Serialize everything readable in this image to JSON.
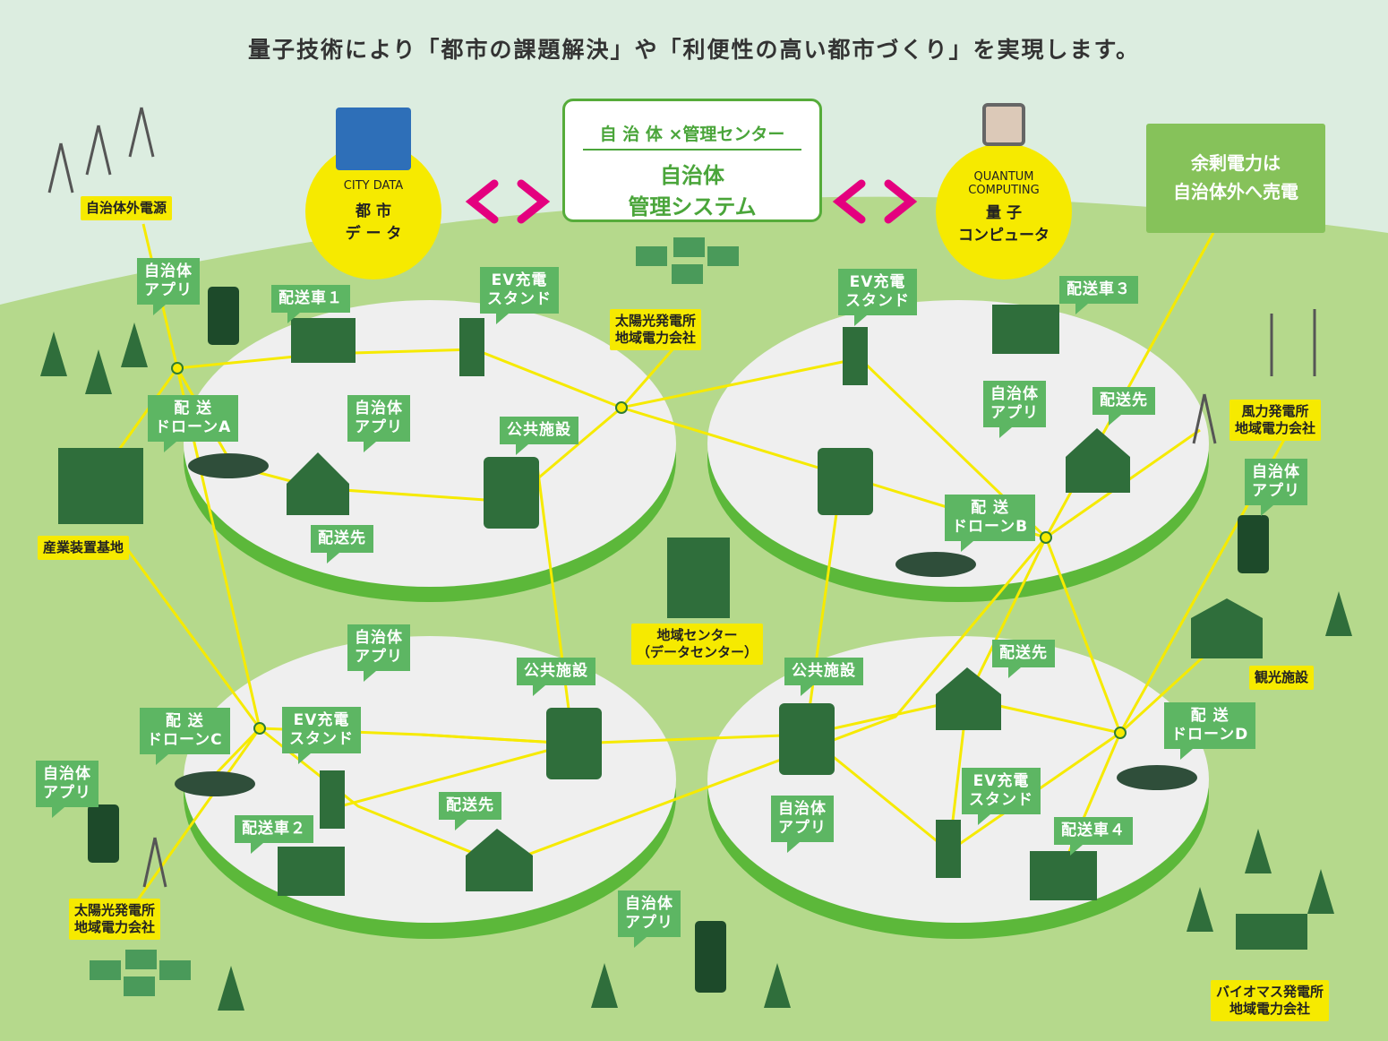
{
  "title": "量子技術により「都市の課題解決」や「利便性の高い都市づくり」を実現します。",
  "center_box": {
    "header": "自 治 体 ×管理センター",
    "line1": "自治体",
    "line2": "管理システム"
  },
  "city_data": {
    "en": "CITY DATA",
    "jp1": "都 市",
    "jp2": "デ ー タ"
  },
  "quantum": {
    "en1": "QUANTUM",
    "en2": "COMPUTING",
    "jp1": "量 子",
    "jp2": "コンピュータ"
  },
  "sell": {
    "line1": "余剰電力は",
    "line2": "自治体外へ売電"
  },
  "yellow_labels": [
    "自治体外電源",
    "太陽光発電所\n地域電力会社",
    "風力発電所\n地域電力会社",
    "産業装置基地",
    "地域センター\n（データセンター）",
    "観光施設",
    "太陽光発電所\n地域電力会社",
    "バイオマス発電所\n地域電力会社"
  ],
  "bubbles": [
    "自治体\nアプリ",
    "配送車１",
    "EV充電\nスタンド",
    "配 送\nドローンA",
    "自治体\nアプリ",
    "公共施設",
    "配送先",
    "EV充電\nスタンド",
    "配送車３",
    "自治体\nアプリ",
    "配送先",
    "配 送\nドローンB",
    "自治体\nアプリ",
    "自治体\nアプリ",
    "公共施設",
    "配 送\nドローンC",
    "EV充電\nスタンド",
    "自治体\nアプリ",
    "配送先",
    "配送車２",
    "公共施設",
    "配送先",
    "配 送\nドローンD",
    "EV充電\nスタンド",
    "自治体\nアプリ",
    "配送車４",
    "自治体\nアプリ"
  ],
  "colors": {
    "sky": "#dcede0",
    "hill": "#b5d98c",
    "disc": "#efefef",
    "rim": "#5cb83a",
    "line": "#f6ea00",
    "accent": "#e4007f",
    "green": "#5db663"
  }
}
